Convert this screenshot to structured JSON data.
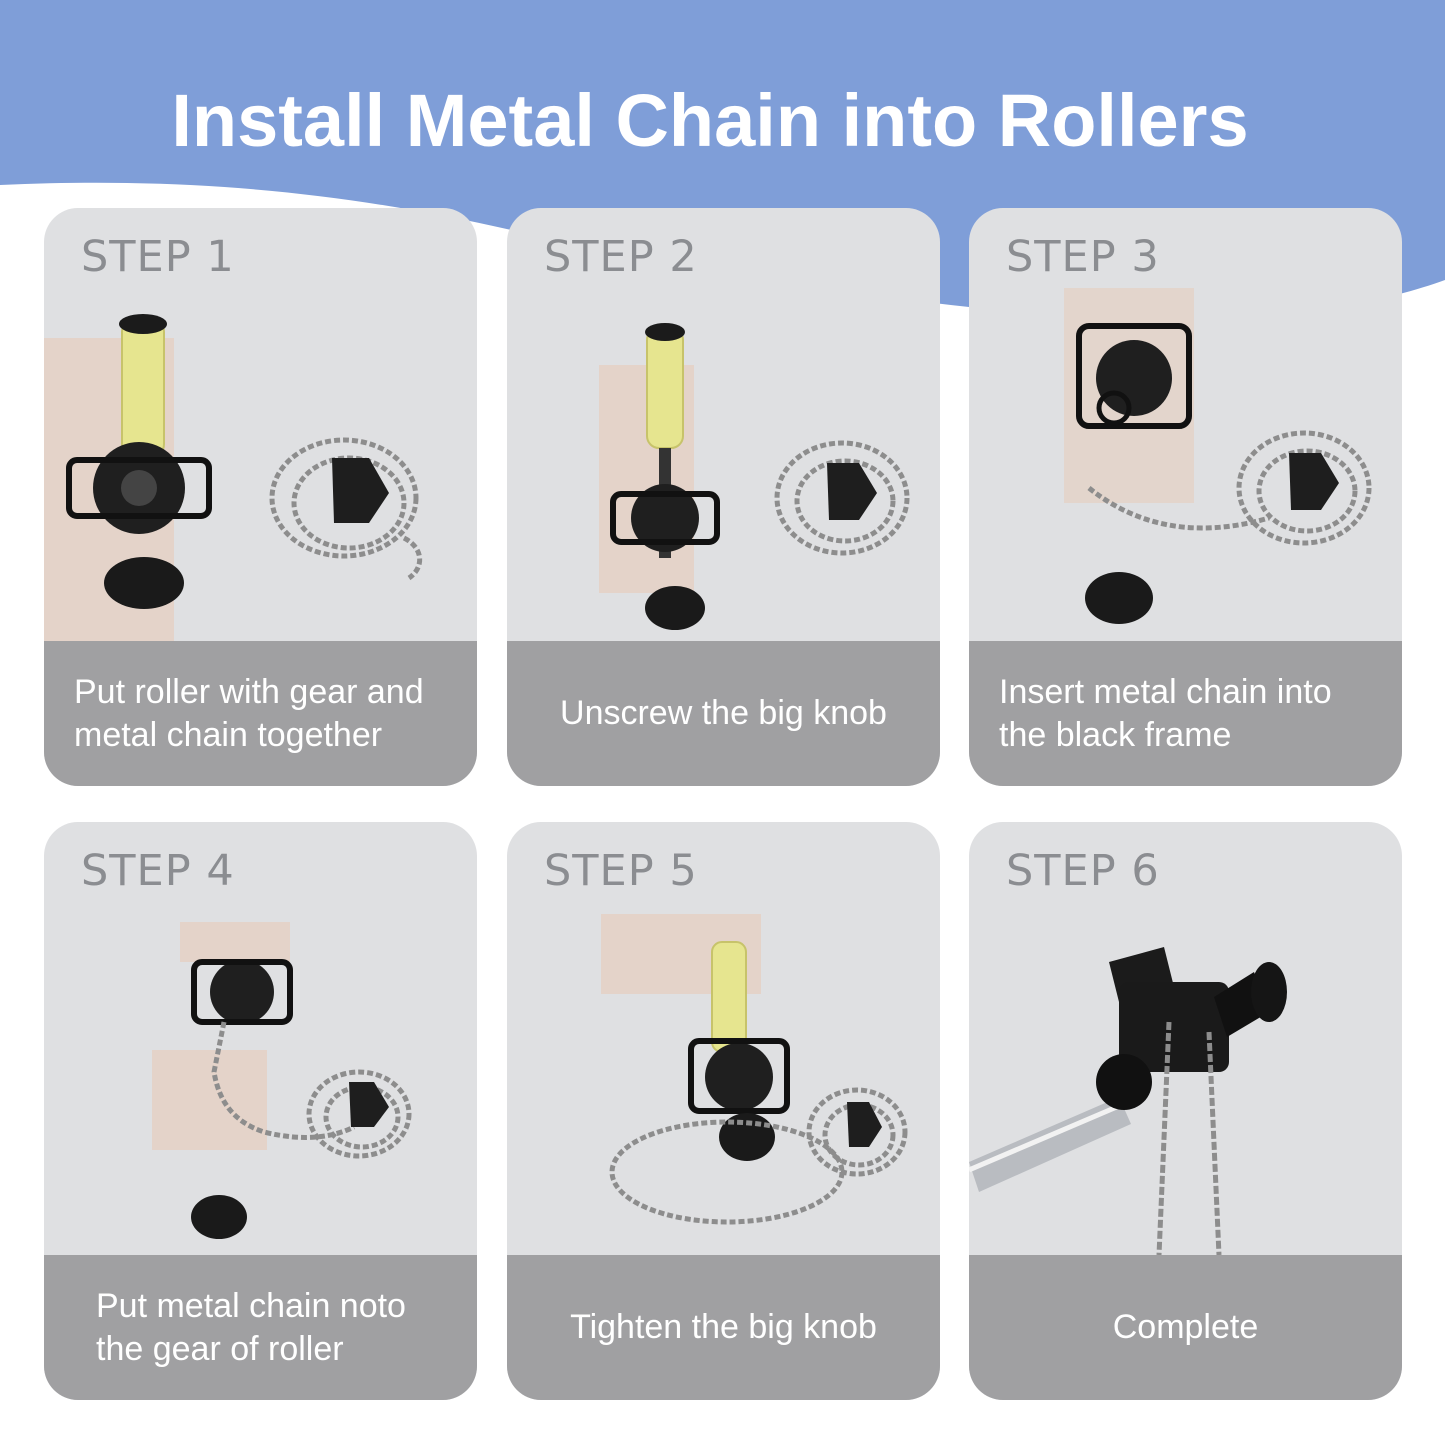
{
  "page": {
    "title": "Install Metal Chain into Rollers",
    "colors": {
      "banner": "#7f9ed8",
      "card": "#dfe0e2",
      "caption_bar": "#a0a0a2",
      "step_text": "#8b8d91"
    }
  },
  "steps": [
    {
      "label": "STEP 1",
      "caption": "Put roller with gear and metal chain together",
      "illustration": "roller-gear-and-chain-icon"
    },
    {
      "label": "STEP 2",
      "caption": "Unscrew the big knob",
      "illustration": "unscrew-knob-icon"
    },
    {
      "label": "STEP 3",
      "caption": "Insert metal chain into the black frame",
      "illustration": "chain-into-frame-icon"
    },
    {
      "label": "STEP 4",
      "caption": "Put metal chain noto the gear of roller",
      "illustration": "chain-on-gear-icon"
    },
    {
      "label": "STEP 5",
      "caption": "Tighten the big knob",
      "illustration": "tighten-knob-icon"
    },
    {
      "label": "STEP 6",
      "caption": "Complete",
      "illustration": "mounted-roller-icon"
    }
  ]
}
